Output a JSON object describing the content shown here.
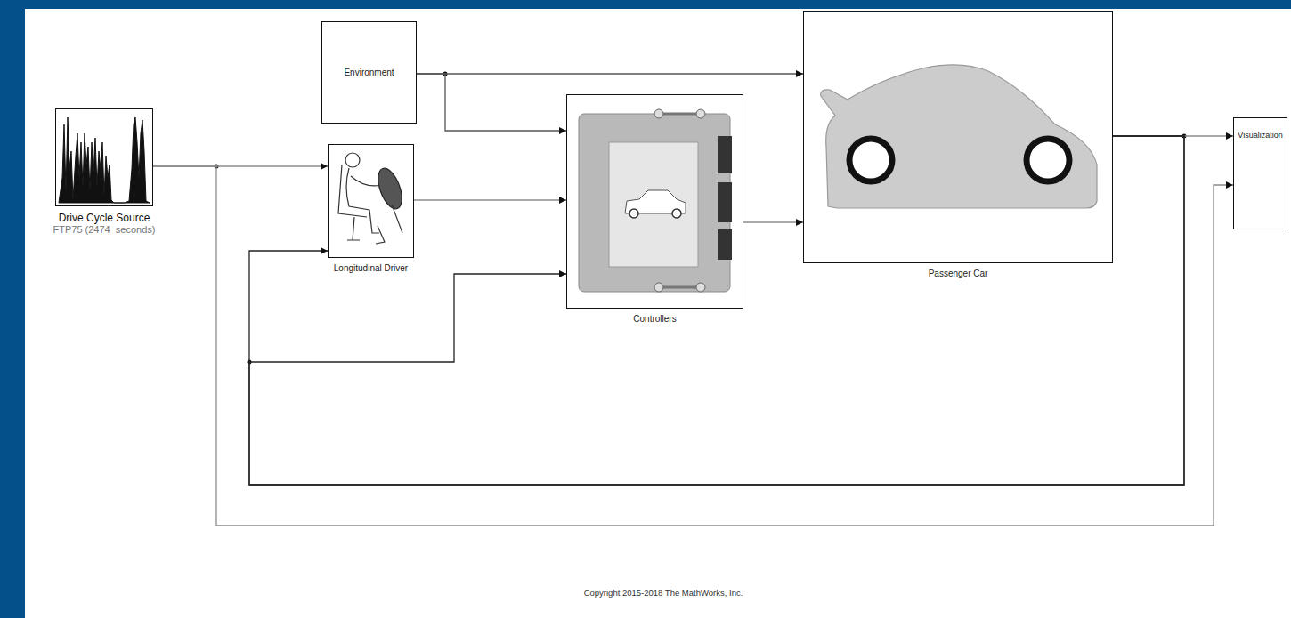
{
  "diagram": {
    "nodes": [
      {
        "text": [
          "Drive Cycle Source",
          "FTP75 (2474  seconds)"
        ]
      },
      {
        "text": [
          "Environment"
        ]
      },
      {
        "text": [
          "Longitudinal Driver"
        ]
      },
      {
        "text": [
          "Controllers"
        ]
      },
      {
        "text": [
          "Passenger Car"
        ]
      },
      {
        "text": [
          "Visualization"
        ]
      }
    ],
    "edges": [
      {
        "from": 0,
        "to": 2,
        "arrow": "to"
      },
      {
        "from": 0,
        "to": 5,
        "arrow": "to"
      },
      {
        "from": 1,
        "to": 4,
        "arrow": "to"
      },
      {
        "from": 1,
        "to": 3,
        "arrow": "to"
      },
      {
        "from": 2,
        "to": 3,
        "arrow": "to"
      },
      {
        "from": 3,
        "to": 4,
        "arrow": "to"
      },
      {
        "from": 4,
        "to": 5,
        "arrow": "to"
      },
      {
        "from": 4,
        "to": 2,
        "arrow": "to"
      },
      {
        "from": 4,
        "to": 3,
        "arrow": "to"
      }
    ],
    "labels": [
      "Copyright 2015-2018 The MathWorks, Inc."
    ]
  }
}
